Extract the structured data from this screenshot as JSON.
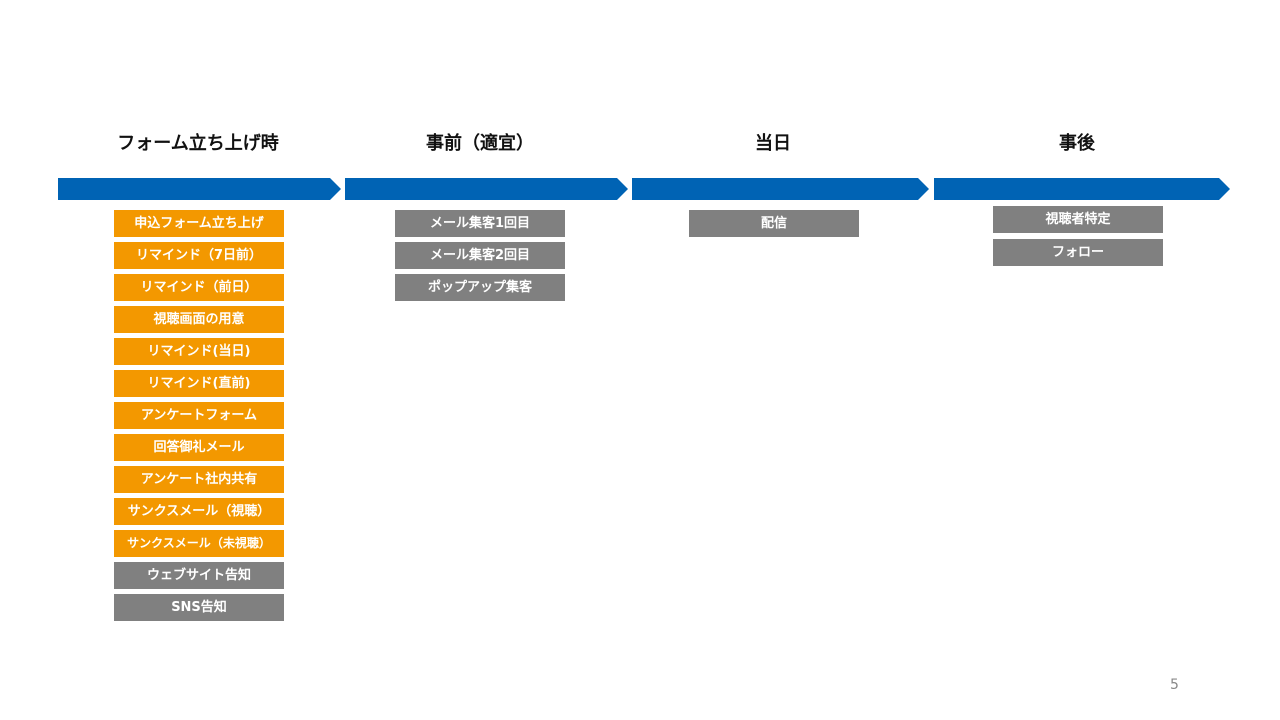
{
  "phases": [
    {
      "title": "フォーム立ち上げ時"
    },
    {
      "title": "事前（適宜）"
    },
    {
      "title": "当日"
    },
    {
      "title": "事後"
    }
  ],
  "col1": {
    "orange": [
      "申込フォーム立ち上げ",
      "リマインド（7日前）",
      "リマインド（前日）",
      "視聴画面の用意",
      "リマインド(当日)",
      "リマインド(直前)",
      "アンケートフォーム",
      "回答御礼メール",
      "アンケート社内共有",
      "サンクスメール（視聴）",
      "サンクスメール（未視聴）"
    ],
    "gray": [
      "ウェブサイト告知",
      "SNS告知"
    ]
  },
  "col2": [
    "メール集客1回目",
    "メール集客2回目",
    "ポップアップ集客"
  ],
  "col3": [
    "配信"
  ],
  "col4": [
    "視聴者特定",
    "フォロー"
  ],
  "colors": {
    "arrow": "#0063B4",
    "orange": "#F39800",
    "gray": "#808080"
  },
  "page_number": "5"
}
